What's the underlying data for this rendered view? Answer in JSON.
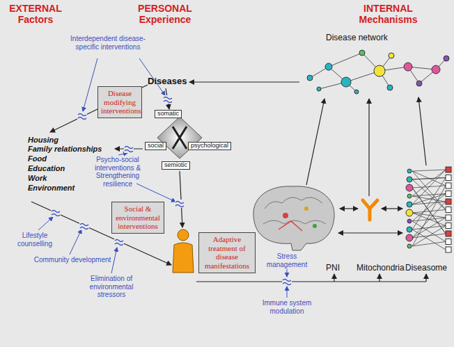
{
  "diagram": {
    "nodes": [
      {
        "text": [
          "Disease modifying interventions"
        ]
      },
      {
        "text": [
          "somatic"
        ]
      },
      {
        "text": [
          "social"
        ]
      },
      {
        "text": [
          "psychological"
        ]
      },
      {
        "text": [
          "semiotic"
        ]
      },
      {
        "text": [
          "Social & environmental interventions"
        ]
      },
      {
        "text": [
          "Adaptive treatment of disease manifestations"
        ]
      }
    ],
    "labels": [
      "EXTERNAL Factors",
      "PERSONAL Experience",
      "INTERNAL Mechanisms",
      "Disease network",
      "Diseases",
      "Interdependent disease-specific interventions",
      "Housing",
      "Family relationships",
      "Food",
      "Education",
      "Work",
      "Environment",
      "Psycho-social interventions & Strengthening resilience",
      "Lifestyle counselling",
      "Community development",
      "Elimination of environmental stressors",
      "Stress management",
      "Immune system modulation",
      "PNI",
      "Mitochondria",
      "Diseasome"
    ]
  }
}
